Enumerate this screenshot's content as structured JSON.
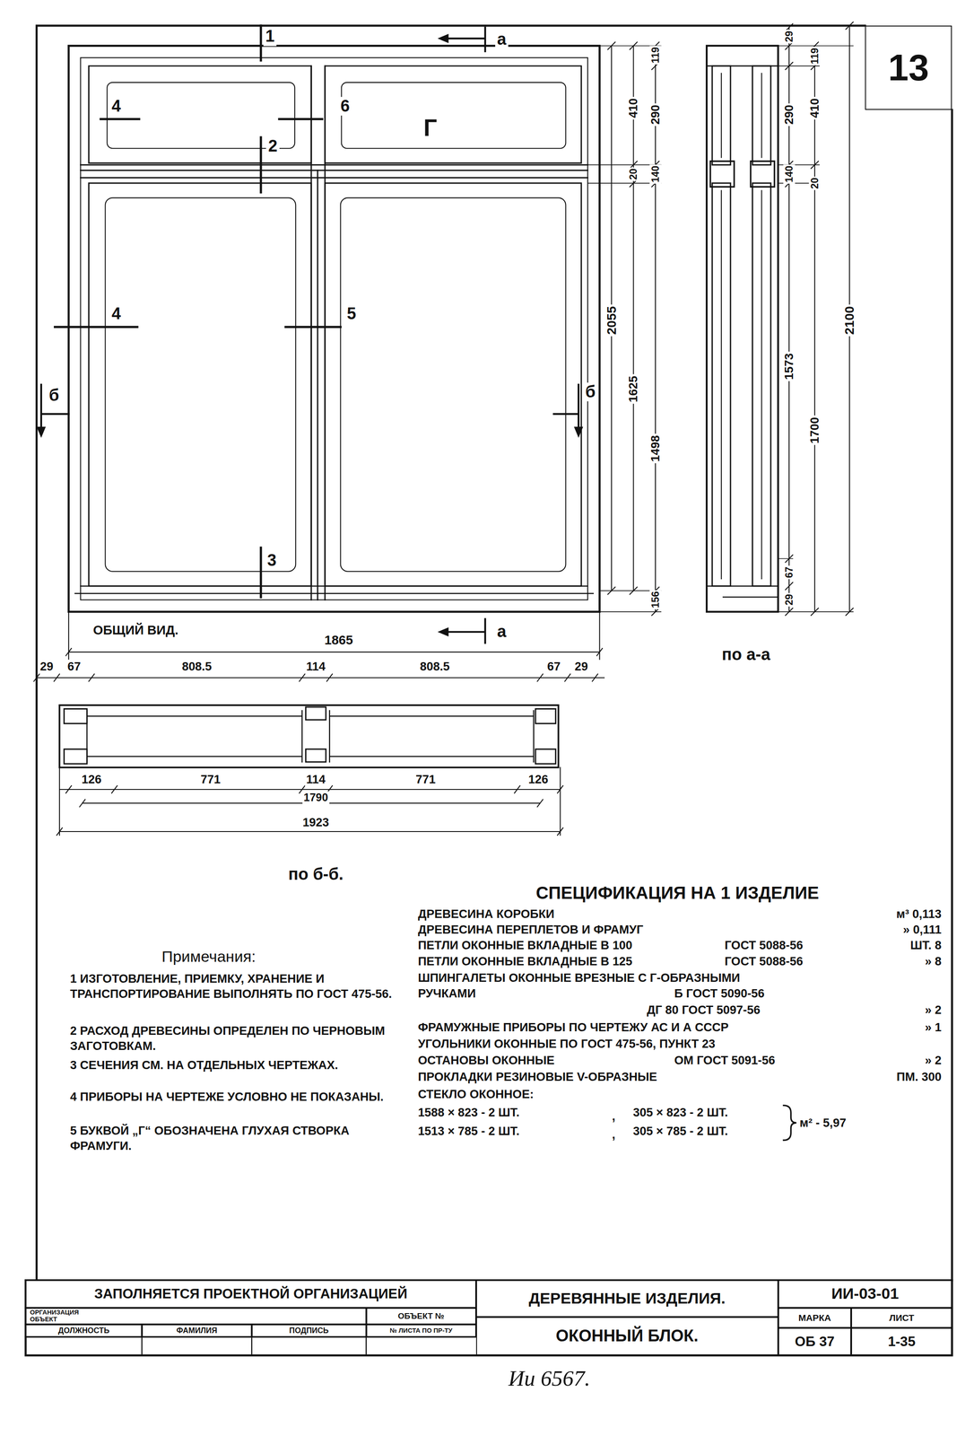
{
  "diagram": {
    "nodes": [
      {
        "text": [
          "13"
        ]
      },
      {
        "text": [
          "ЗАПОЛНЯЕТСЯ ПРОЕКТНОЙ ОРГАНИЗАЦИЕЙ"
        ]
      },
      {
        "text": [
          "ОРГАНИЗАЦИЯ",
          "ОБЪЕКТ"
        ]
      },
      {
        "text": [
          "ОБЪЕКТ №"
        ]
      },
      {
        "text": [
          "ДОЛЖНОСТЬ"
        ]
      },
      {
        "text": [
          "ФАМИЛИЯ"
        ]
      },
      {
        "text": [
          "ПОДПИСЬ"
        ]
      },
      {
        "text": [
          "№ ЛИСТА ПО ПР-ТУ"
        ]
      },
      {
        "text": [
          "ДЕРЕВЯННЫЕ ИЗДЕЛИЯ."
        ]
      },
      {
        "text": [
          "ОКОННЫЙ БЛОК."
        ]
      },
      {
        "text": [
          "ИИ-03-01"
        ]
      },
      {
        "text": [
          "МАРКА"
        ]
      },
      {
        "text": [
          "ЛИСТ"
        ]
      },
      {
        "text": [
          "ОБ 37"
        ]
      },
      {
        "text": [
          "1-35"
        ]
      }
    ],
    "labels": [
      "1",
      "2",
      "3",
      "4",
      "6",
      "Г",
      "4",
      "5",
      "а",
      "а",
      "б",
      "б",
      "ОБЩИЙ ВИД.",
      "1865",
      "29",
      "67",
      "808.5",
      "114",
      "808.5",
      "67",
      "29",
      "126",
      "771",
      "114",
      "771",
      "126",
      "1790",
      "1923",
      "по б-б.",
      "2055",
      "410",
      "20",
      "1625",
      "119",
      "290",
      "140",
      "1498",
      "156",
      "29",
      "119",
      "290",
      "410",
      "140",
      "20",
      "1573",
      "1700",
      "2100",
      "29",
      "67",
      "по а-а",
      "СПЕЦИФИКАЦИЯ НА 1 ИЗДЕЛИЕ",
      "ДРЕВЕСИНА КОРОБКИ",
      "м³ 0,113",
      "ДРЕВЕСИНА ПЕРЕПЛЕТОВ И ФРАМУГ",
      "» 0,111",
      "ПЕТЛИ ОКОННЫЕ ВКЛАДНЫЕ В 100",
      "ГОСТ 5088-56",
      "ШТ. 8",
      "ПЕТЛИ ОКОННЫЕ ВКЛАДНЫЕ В 125",
      "ГОСТ 5088-56",
      "» 8",
      "ШПИНГАЛЕТЫ ОКОННЫЕ ВРЕЗНЫЕ С Г-ОБРАЗНЫМИ",
      "РУЧКАМИ",
      "Б ГОСТ 5090-56",
      "ДГ 80 ГОСТ 5097-56",
      "» 2",
      "ФРАМУЖНЫЕ ПРИБОРЫ ПО ЧЕРТЕЖУ АС И А СССР",
      "» 1",
      "УГОЛЬНИКИ ОКОННЫЕ ПО ГОСТ 475-56, ПУНКТ 23",
      "ОСТАНОВЫ ОКОННЫЕ",
      "ОМ ГОСТ 5091-56",
      "» 2",
      "ПРОКЛАДКИ РЕЗИНОВЫЕ V-ОБРАЗНЫЕ",
      "ПМ. 300",
      "СТЕКЛО ОКОННОЕ:",
      "1588 × 823 - 2 ШТ.",
      ",",
      "305 × 823 - 2 ШТ.",
      "1513 × 785 - 2 ШТ.",
      ",",
      "305 × 785 - 2 ШТ.",
      "м² - 5,97",
      "Примечания:",
      "1 ИЗГОТОВЛЕНИЕ, ПРИЕМКУ, ХРАНЕНИЕ И ТРАНСПОРТИРОВАНИЕ ВЫПОЛНЯТЬ ПО ГОСТ 475-56.",
      "2 РАСХОД ДРЕВЕСИНЫ ОПРЕДЕЛЕН ПО ЧЕРНОВЫМ ЗАГОТОВКАМ.",
      "3 СЕЧЕНИЯ СМ. НА ОТДЕЛЬНЫХ ЧЕРТЕЖАХ.",
      "4 ПРИБОРЫ НА ЧЕРТЕЖЕ УСЛОВНО НЕ ПОКАЗАНЫ.",
      "5 БУКВОЙ „Г“ ОБОЗНАЧЕНА ГЛУХАЯ СТВОРКА ФРАМУГИ.",
      "Ии 6567."
    ]
  }
}
